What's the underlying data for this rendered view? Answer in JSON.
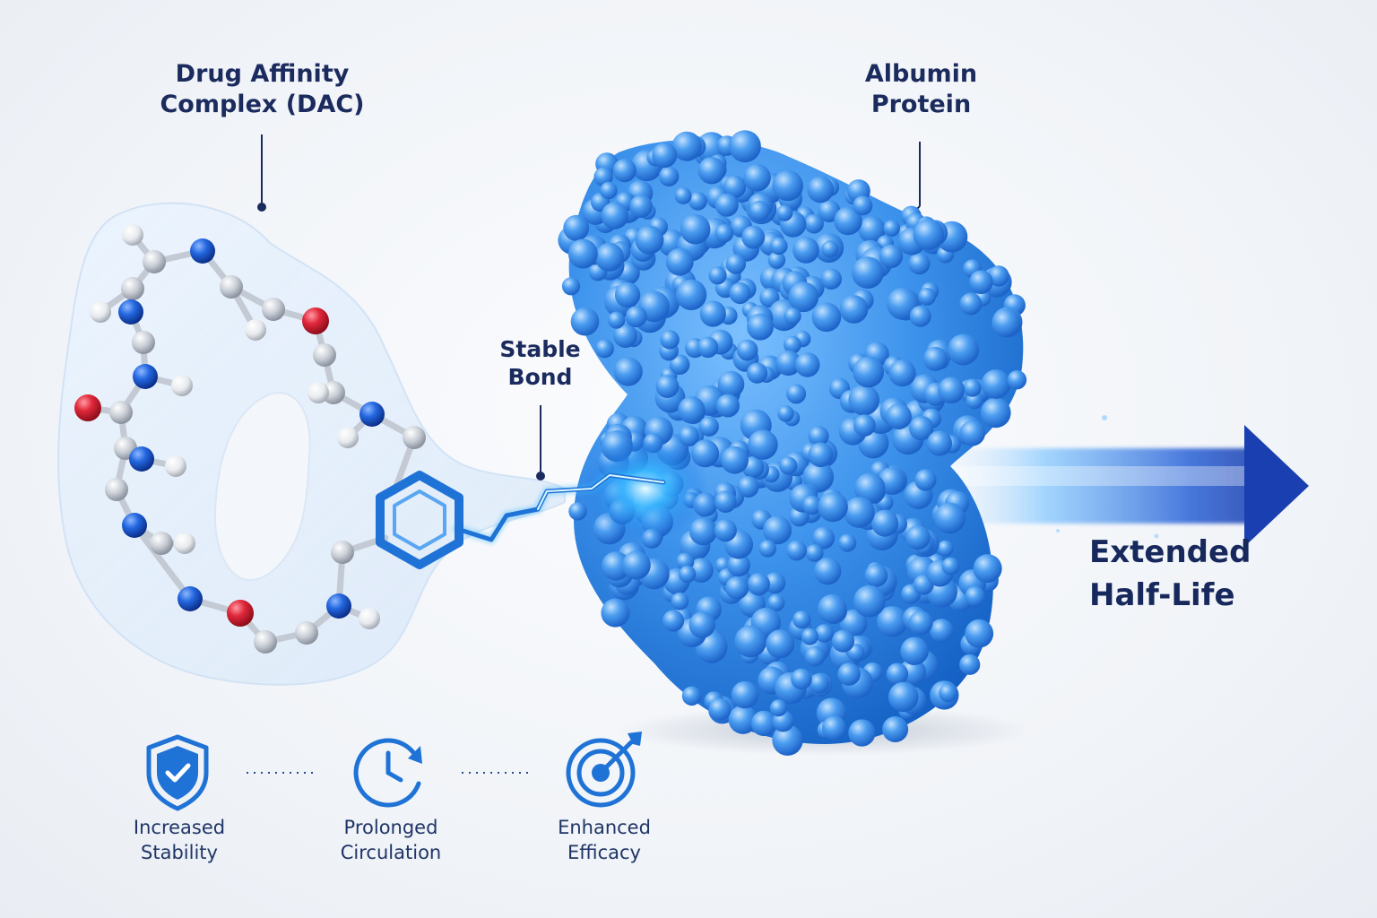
{
  "labels": {
    "dac_line1": "Drug Affinity",
    "dac_line2": "Complex (DAC)",
    "albumin_line1": "Albumin",
    "albumin_line2": "Protein",
    "bond_line1": "Stable",
    "bond_line2": "Bond",
    "extended_line1": "Extended",
    "extended_line2": "Half-Life"
  },
  "benefits": [
    {
      "icon": "shield-check-icon",
      "line1": "Increased",
      "line2": "Stability"
    },
    {
      "icon": "clock-refresh-icon",
      "line1": "Prolonged",
      "line2": "Circulation"
    },
    {
      "icon": "target-arrow-icon",
      "line1": "Enhanced",
      "line2": "Efficacy"
    }
  ],
  "colors": {
    "primary_blue": "#1f73d6",
    "navy_text": "#1b2b5e",
    "oxygen_red": "#e0283a",
    "nitrogen_blue": "#1d5fd8",
    "hydrogen_white": "#f2f4f7",
    "arrow_dark": "#1a3fb0"
  }
}
